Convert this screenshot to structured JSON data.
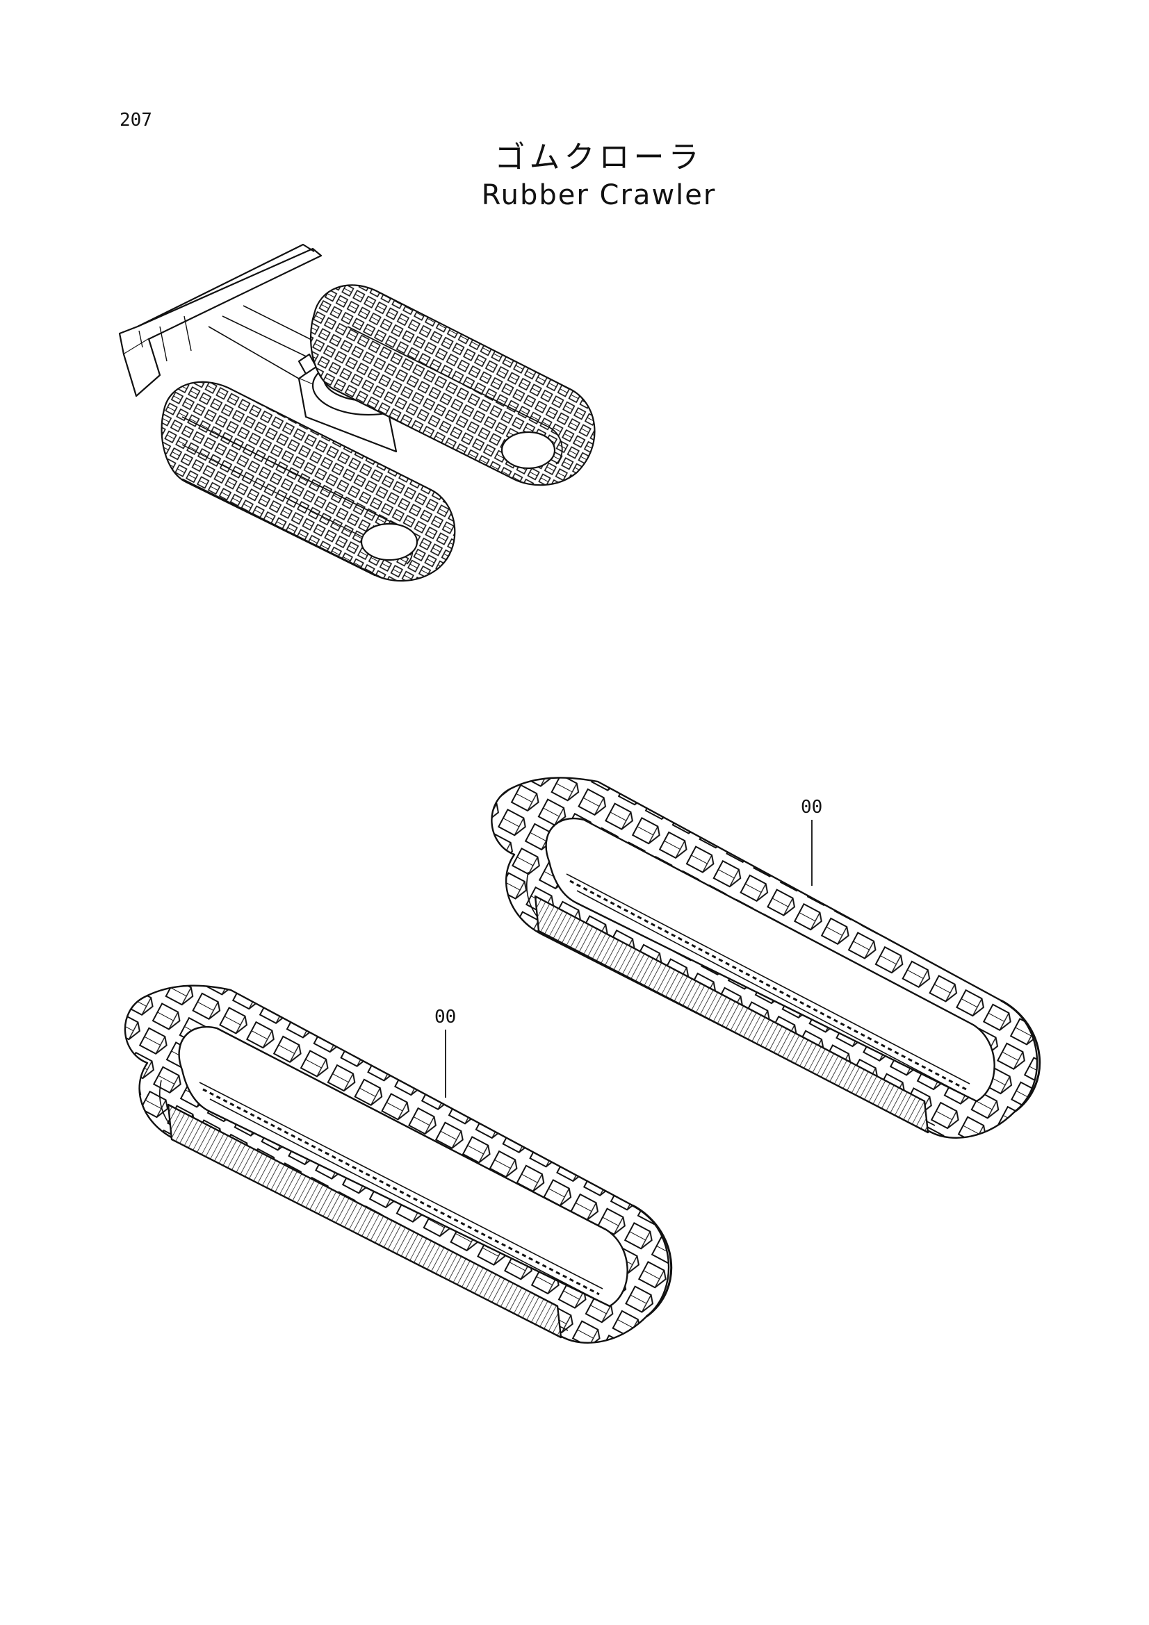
{
  "page": {
    "number": "207",
    "title_jp": "ゴムクローラ",
    "title_en": "Rubber Crawler"
  },
  "figure": {
    "assembly": {
      "icon": "undercarriage-assembly-drawing"
    },
    "parts": [
      {
        "callout": "00",
        "icon": "rubber-crawler-track-right"
      },
      {
        "callout": "00",
        "icon": "rubber-crawler-track-left"
      }
    ]
  }
}
